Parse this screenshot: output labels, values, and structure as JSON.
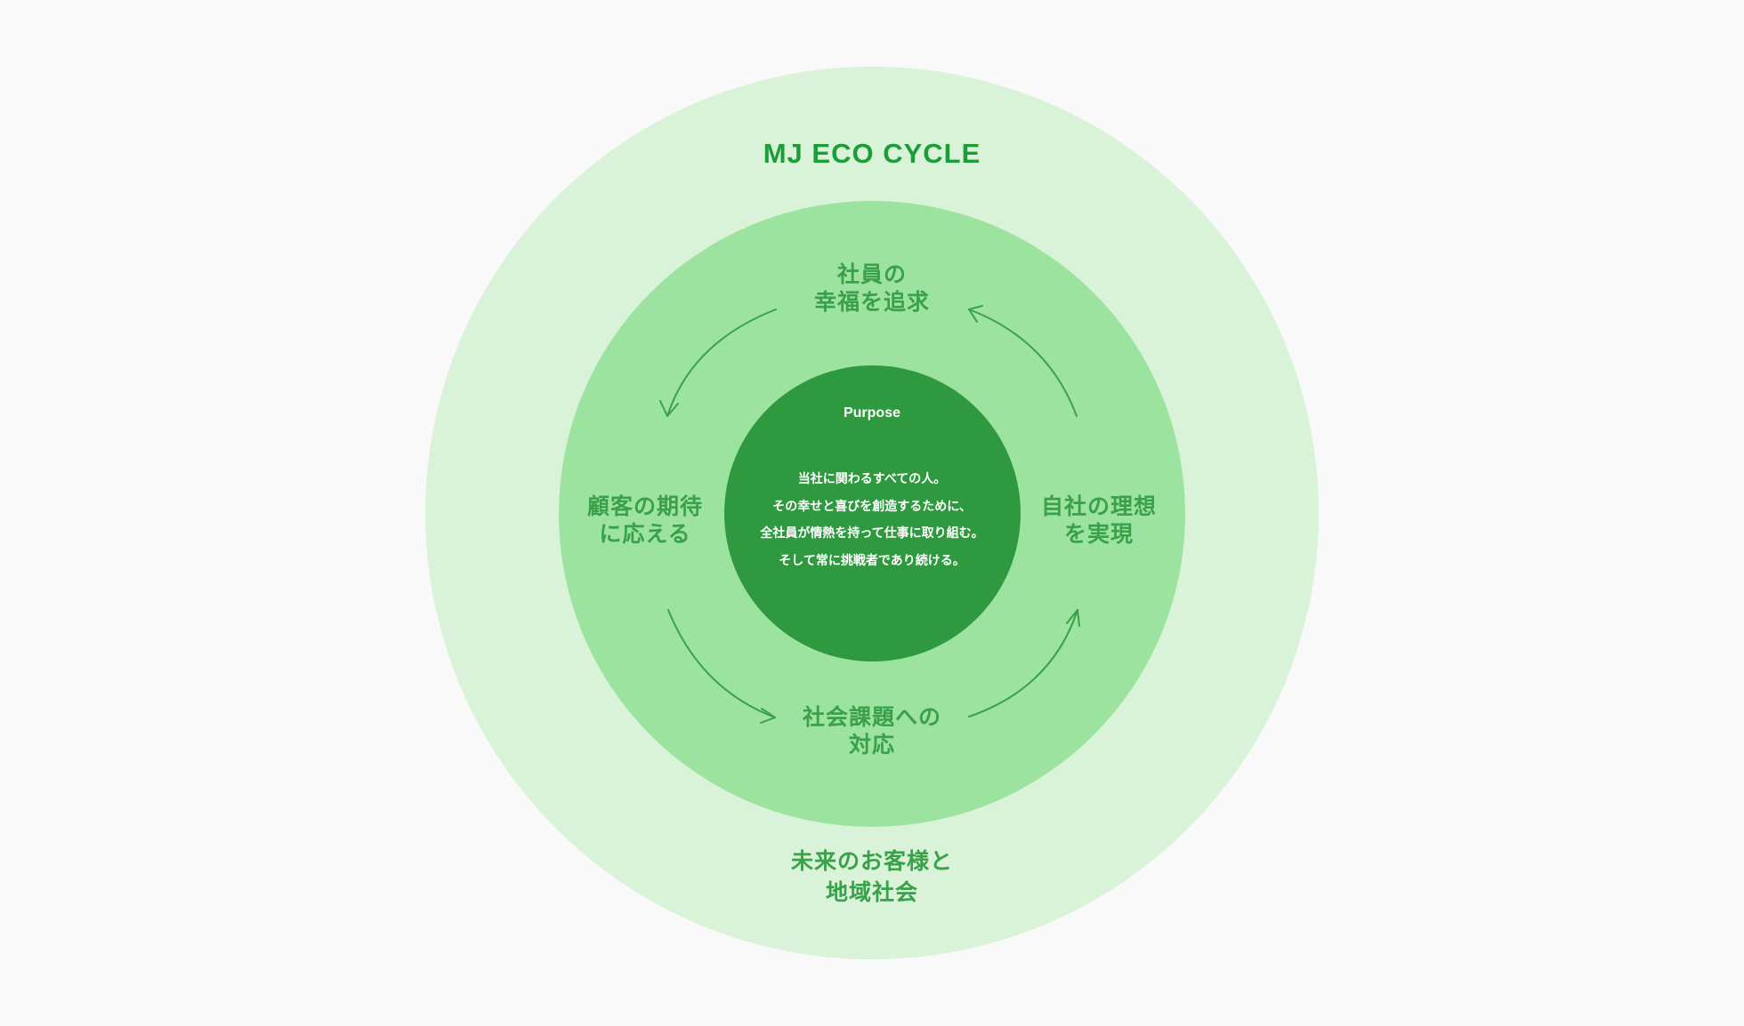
{
  "title": "MJ ECO CYCLE",
  "purpose": {
    "label": "Purpose",
    "lines": [
      "当社に関わるすべての人。",
      "その幸せと喜びを創造するために、",
      "全社員が情熱を持って仕事に取り組む。",
      "そして常に挑戦者であり続ける。"
    ]
  },
  "cycle": {
    "top": [
      "社員の",
      "幸福を追求"
    ],
    "left": [
      "顧客の期待",
      "に応える"
    ],
    "bottom": [
      "社会課題への",
      "対応"
    ],
    "right": [
      "自社の理想",
      "を実現"
    ]
  },
  "outer": [
    "未来のお客様と",
    "地域社会"
  ],
  "colors": {
    "background": "#f8f9f8",
    "outer_ring": "#d8f3d8",
    "middle_ring": "#9de3a0",
    "inner_circle": "#2e993e",
    "text_green": "#3aa14a",
    "title_green": "#1d9d3a"
  }
}
